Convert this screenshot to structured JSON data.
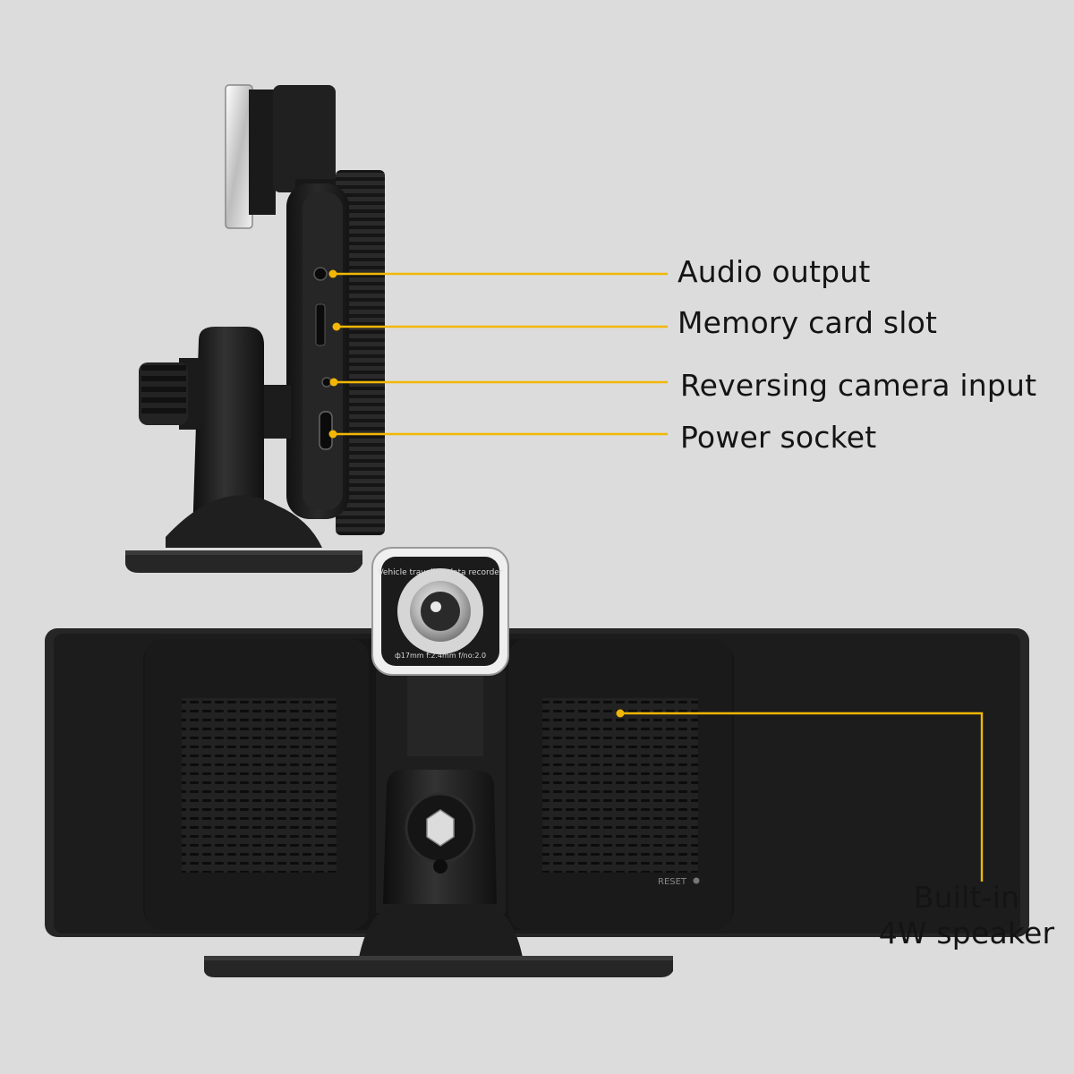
{
  "colors": {
    "background": "#dcdcdc",
    "callout_line": "#f2b705",
    "device_body": "#1c1c1c",
    "device_edge": "#2e2e2e"
  },
  "callouts": {
    "audio_output": "Audio output",
    "memory_card_slot": "Memory card slot",
    "reversing_camera_input": "Reversing camera input",
    "power_socket": "Power socket",
    "speaker_line1": "Built-in",
    "speaker_line2": "4W speaker"
  },
  "device_markings": {
    "lens_ring_top": "Vehicle traveling data recorder",
    "lens_ring_bottom": "ф17mm f:2.4mm f/no:2.0",
    "reset": "RESET"
  }
}
